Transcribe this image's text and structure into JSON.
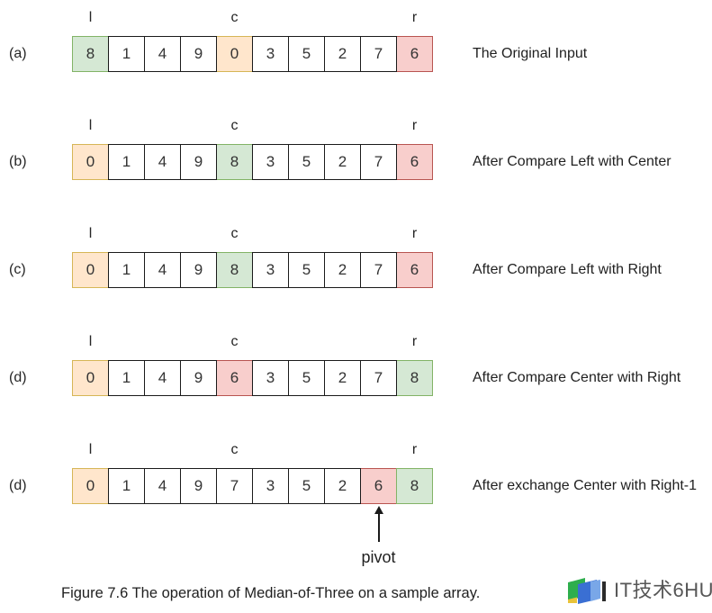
{
  "figure": {
    "caption": "Figure 7.6 The operation of Median-of-Three on a sample array.",
    "pivot_label": "pivot"
  },
  "pointers": [
    {
      "label": "l",
      "cell": 0
    },
    {
      "label": "c",
      "cell": 4
    },
    {
      "label": "r",
      "cell": 9
    }
  ],
  "rows": [
    {
      "id": "(a)",
      "description": "The Original Input",
      "cells": [
        {
          "v": "8",
          "color": "green"
        },
        {
          "v": "1",
          "color": "white"
        },
        {
          "v": "4",
          "color": "white"
        },
        {
          "v": "9",
          "color": "white"
        },
        {
          "v": "0",
          "color": "orange"
        },
        {
          "v": "3",
          "color": "white"
        },
        {
          "v": "5",
          "color": "white"
        },
        {
          "v": "2",
          "color": "white"
        },
        {
          "v": "7",
          "color": "white"
        },
        {
          "v": "6",
          "color": "red"
        }
      ]
    },
    {
      "id": "(b)",
      "description": "After Compare Left with Center",
      "cells": [
        {
          "v": "0",
          "color": "orange"
        },
        {
          "v": "1",
          "color": "white"
        },
        {
          "v": "4",
          "color": "white"
        },
        {
          "v": "9",
          "color": "white"
        },
        {
          "v": "8",
          "color": "green"
        },
        {
          "v": "3",
          "color": "white"
        },
        {
          "v": "5",
          "color": "white"
        },
        {
          "v": "2",
          "color": "white"
        },
        {
          "v": "7",
          "color": "white"
        },
        {
          "v": "6",
          "color": "red"
        }
      ]
    },
    {
      "id": "(c)",
      "description": "After Compare Left with Right",
      "cells": [
        {
          "v": "0",
          "color": "orange"
        },
        {
          "v": "1",
          "color": "white"
        },
        {
          "v": "4",
          "color": "white"
        },
        {
          "v": "9",
          "color": "white"
        },
        {
          "v": "8",
          "color": "green"
        },
        {
          "v": "3",
          "color": "white"
        },
        {
          "v": "5",
          "color": "white"
        },
        {
          "v": "2",
          "color": "white"
        },
        {
          "v": "7",
          "color": "white"
        },
        {
          "v": "6",
          "color": "red"
        }
      ]
    },
    {
      "id": "(d)",
      "description": "After Compare Center with Right",
      "cells": [
        {
          "v": "0",
          "color": "orange"
        },
        {
          "v": "1",
          "color": "white"
        },
        {
          "v": "4",
          "color": "white"
        },
        {
          "v": "9",
          "color": "white"
        },
        {
          "v": "6",
          "color": "red"
        },
        {
          "v": "3",
          "color": "white"
        },
        {
          "v": "5",
          "color": "white"
        },
        {
          "v": "2",
          "color": "white"
        },
        {
          "v": "7",
          "color": "white"
        },
        {
          "v": "8",
          "color": "green"
        }
      ]
    },
    {
      "id": "(d)",
      "description": "After exchange Center with Right-1",
      "pivot_cell": 8,
      "cells": [
        {
          "v": "0",
          "color": "orange"
        },
        {
          "v": "1",
          "color": "white"
        },
        {
          "v": "4",
          "color": "white"
        },
        {
          "v": "9",
          "color": "white"
        },
        {
          "v": "7",
          "color": "white"
        },
        {
          "v": "3",
          "color": "white"
        },
        {
          "v": "5",
          "color": "white"
        },
        {
          "v": "2",
          "color": "white"
        },
        {
          "v": "6",
          "color": "red"
        },
        {
          "v": "8",
          "color": "green"
        }
      ]
    }
  ],
  "colors": {
    "green_fill": "#d5e8d4",
    "green_stroke": "#82b366",
    "orange_fill": "#ffe6cc",
    "orange_stroke": "#d6b656",
    "red_fill": "#f8cecc",
    "red_stroke": "#b85450",
    "cell_stroke": "#1a1a1a"
  },
  "logo": {
    "text": "IT技术6HU",
    "icon": "colored-flag-icon"
  }
}
